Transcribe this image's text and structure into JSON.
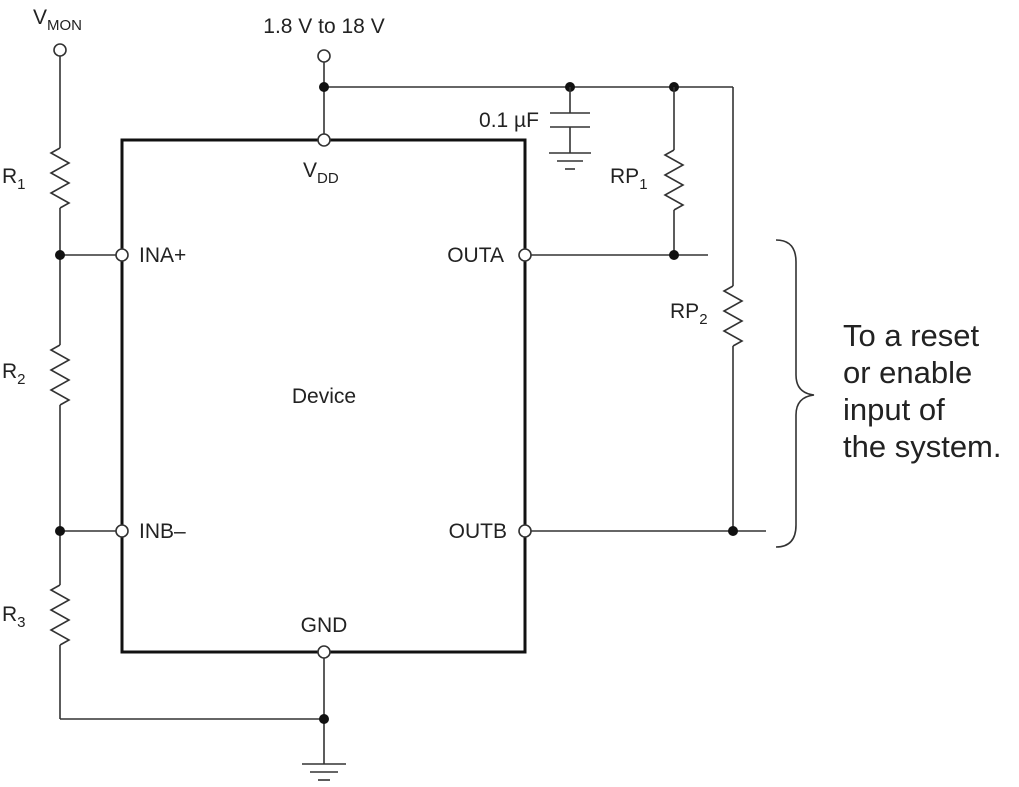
{
  "labels": {
    "vmon": {
      "main": "V",
      "sub": "MON"
    },
    "supply": "1.8 V to 18 V",
    "cap": "0.1 µF",
    "vdd": {
      "main": "V",
      "sub": "DD"
    },
    "rp1": {
      "main": "RP",
      "sub": "1"
    },
    "rp2": {
      "main": "RP",
      "sub": "2"
    },
    "r1": {
      "main": "R",
      "sub": "1"
    },
    "r2": {
      "main": "R",
      "sub": "2"
    },
    "r3": {
      "main": "R",
      "sub": "3"
    },
    "ina": "INA+",
    "inb": "INB–",
    "outa": "OUTA",
    "outb": "OUTB",
    "device": "Device",
    "gnd": "GND",
    "note": [
      "To a reset",
      "or enable",
      "input of",
      "the system."
    ]
  }
}
